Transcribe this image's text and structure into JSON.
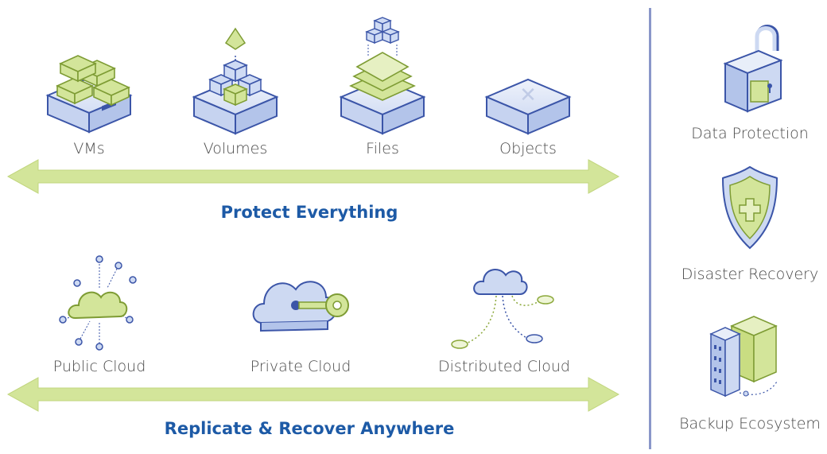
{
  "data_types": [
    {
      "label": "VMs",
      "icon": "vm-stack-icon"
    },
    {
      "label": "Volumes",
      "icon": "volume-blocks-icon"
    },
    {
      "label": "Files",
      "icon": "file-layers-icon"
    },
    {
      "label": "Objects",
      "icon": "object-storage-icon"
    }
  ],
  "protect_heading": "Protect Everything",
  "clouds": [
    {
      "label": "Public Cloud",
      "icon": "public-cloud-icon"
    },
    {
      "label": "Private Cloud",
      "icon": "private-cloud-key-icon"
    },
    {
      "label": "Distributed Cloud",
      "icon": "distributed-cloud-icon"
    }
  ],
  "replicate_heading": "Replicate & Recover Anywhere",
  "capabilities": [
    {
      "label": "Data Protection",
      "icon": "padlock-icon"
    },
    {
      "label": "Disaster Recovery",
      "icon": "shield-plus-icon"
    },
    {
      "label": "Backup Ecosystem",
      "icon": "buildings-icon"
    }
  ],
  "colors": {
    "accent_green": "#d3e59a",
    "green_stroke": "#8ba83a",
    "blue_fill": "#cdd9f2",
    "blue_stroke": "#3b55a8",
    "heading_blue": "#1d5aa6",
    "divider": "#8a97c9"
  }
}
